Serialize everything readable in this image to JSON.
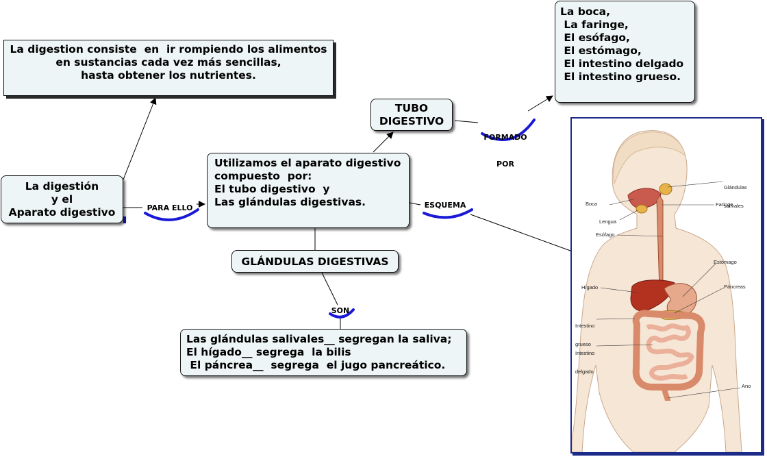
{
  "nodes": {
    "definition": [
      "La digestion consiste  en  ir rompiendo los alimentos",
      "en sustancias cada vez más sencillas,",
      "hasta obtener los nutrientes."
    ],
    "root": [
      "La digestión",
      "y el",
      "Aparato digestivo"
    ],
    "aparato": [
      "Utilizamos el aparato digestivo",
      "compuesto  por:",
      "El tubo digestivo  y",
      "Las glándulas digestivas."
    ],
    "tubo": [
      "TUBO",
      "DIGESTIVO"
    ],
    "organs": [
      "La boca,",
      " La faringe,",
      " El esófago,",
      " El estómago,",
      " El intestino delgado",
      " El intestino grueso."
    ],
    "glandulas": "GLÁNDULAS DIGESTIVAS",
    "glandulas_detail": [
      "Las glándulas salivales__ segregan la saliva;",
      "El hígado__ segrega  la bilis",
      " El páncrea__  segrega  el jugo pancreático."
    ]
  },
  "connectors": {
    "para_ello": "PARA ELLO",
    "formado_por": [
      "FORMADO",
      "POR"
    ],
    "esquema": "ESQUEMA",
    "son": "SON"
  },
  "figure_labels": {
    "glandulas": [
      "Glándulas",
      "salivales"
    ],
    "boca": "Boca",
    "faringe": "Faringe",
    "lengua": "Lengua",
    "esofago": "Esófago",
    "estomago": "Estómago",
    "higado": "Hígado",
    "pancreas": "Páncreas",
    "intestino_grueso": [
      "Intestino",
      "grueso"
    ],
    "intestino_delgado": [
      "Intestino",
      "delgado"
    ],
    "ano": "Ano"
  },
  "colors": {
    "node_fill": "#eef5f6",
    "connector_arc": "#1a1ad6",
    "figure_border": "#1c2a8a"
  }
}
